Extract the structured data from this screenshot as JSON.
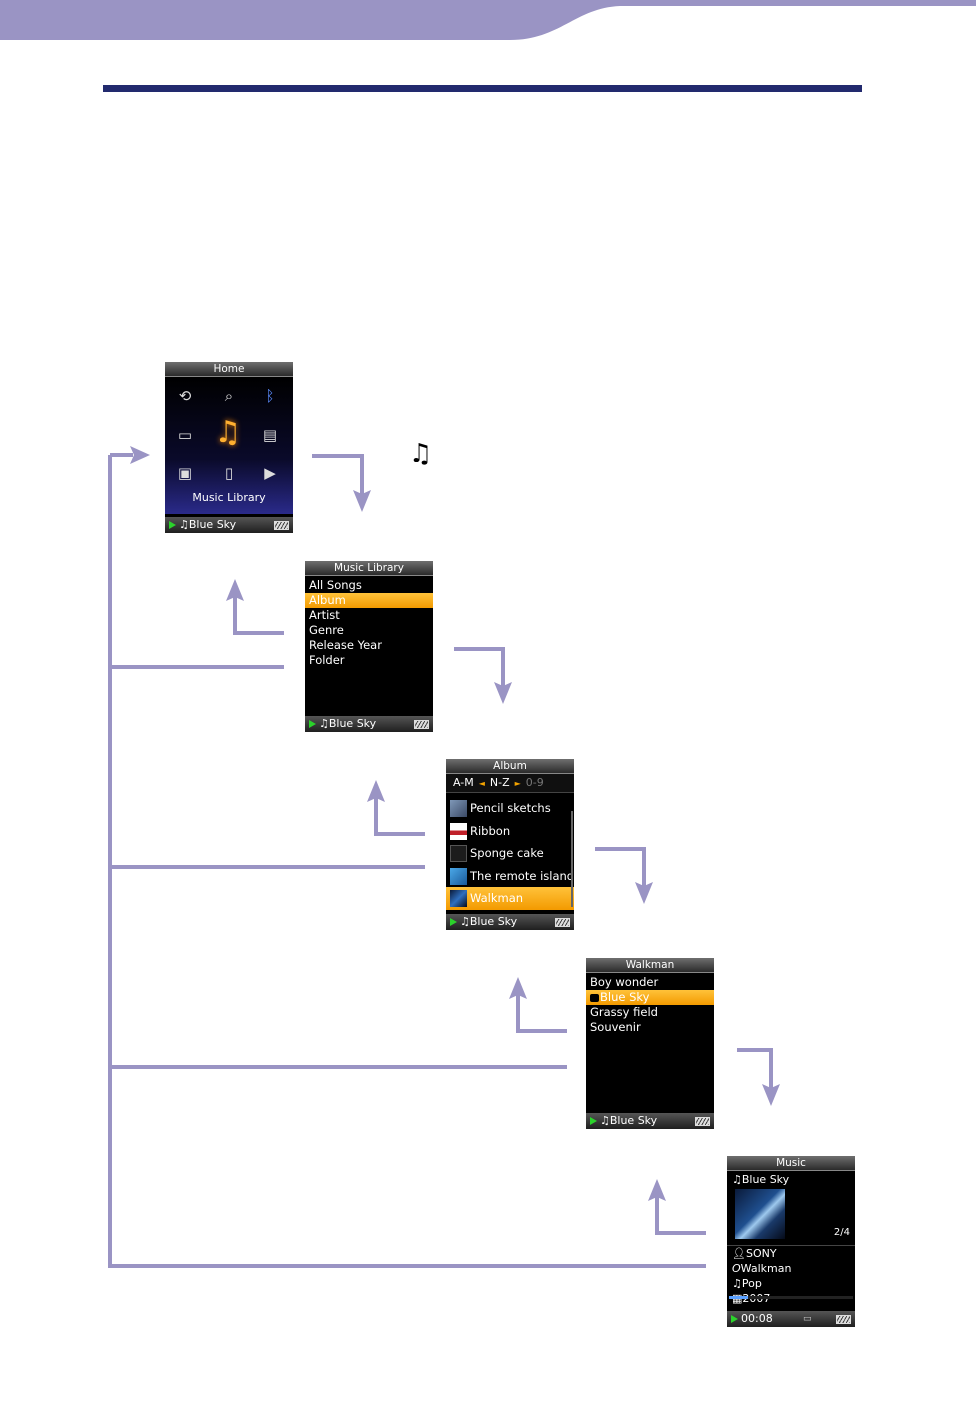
{
  "colors": {
    "accent": "#9a94c4",
    "title_rule": "#222a6e",
    "selection": "#f3a300",
    "play": "#2bd22b"
  },
  "note_icon": "♫",
  "home": {
    "title": "Home",
    "label": "Music Library",
    "footer": "♫Blue Sky",
    "icons": [
      "intelligent-shuffle-icon",
      "search-icon",
      "bluetooth-icon",
      "photo-icon",
      "music-icon",
      "video-icon",
      "settings-icon",
      "podcast-icon",
      "now-playing-icon"
    ]
  },
  "music_library": {
    "title": "Music Library",
    "items": [
      "All Songs",
      "Album",
      "Artist",
      "Genre",
      "Release Year",
      "Folder"
    ],
    "selected_index": 1,
    "footer": "♫Blue Sky"
  },
  "album": {
    "title": "Album",
    "tabs": [
      "A-M",
      "N-Z",
      "0-9"
    ],
    "items": [
      "Pencil sketchs",
      "Ribbon",
      "Sponge cake",
      "The remote island",
      "Walkman"
    ],
    "selected_index": 4,
    "footer": "♫Blue Sky"
  },
  "walkman": {
    "title": "Walkman",
    "items": [
      "Boy wonder",
      "Blue Sky",
      "Grassy field",
      "Souvenir"
    ],
    "selected_index": 1,
    "footer": "♫Blue Sky"
  },
  "now_playing": {
    "title": "Music",
    "song": "♫Blue Sky",
    "track": "2/4",
    "artist": "SONY",
    "album": "Walkman",
    "genre": "Pop",
    "year": "2007",
    "time": "00:08",
    "progress": 0.15
  }
}
